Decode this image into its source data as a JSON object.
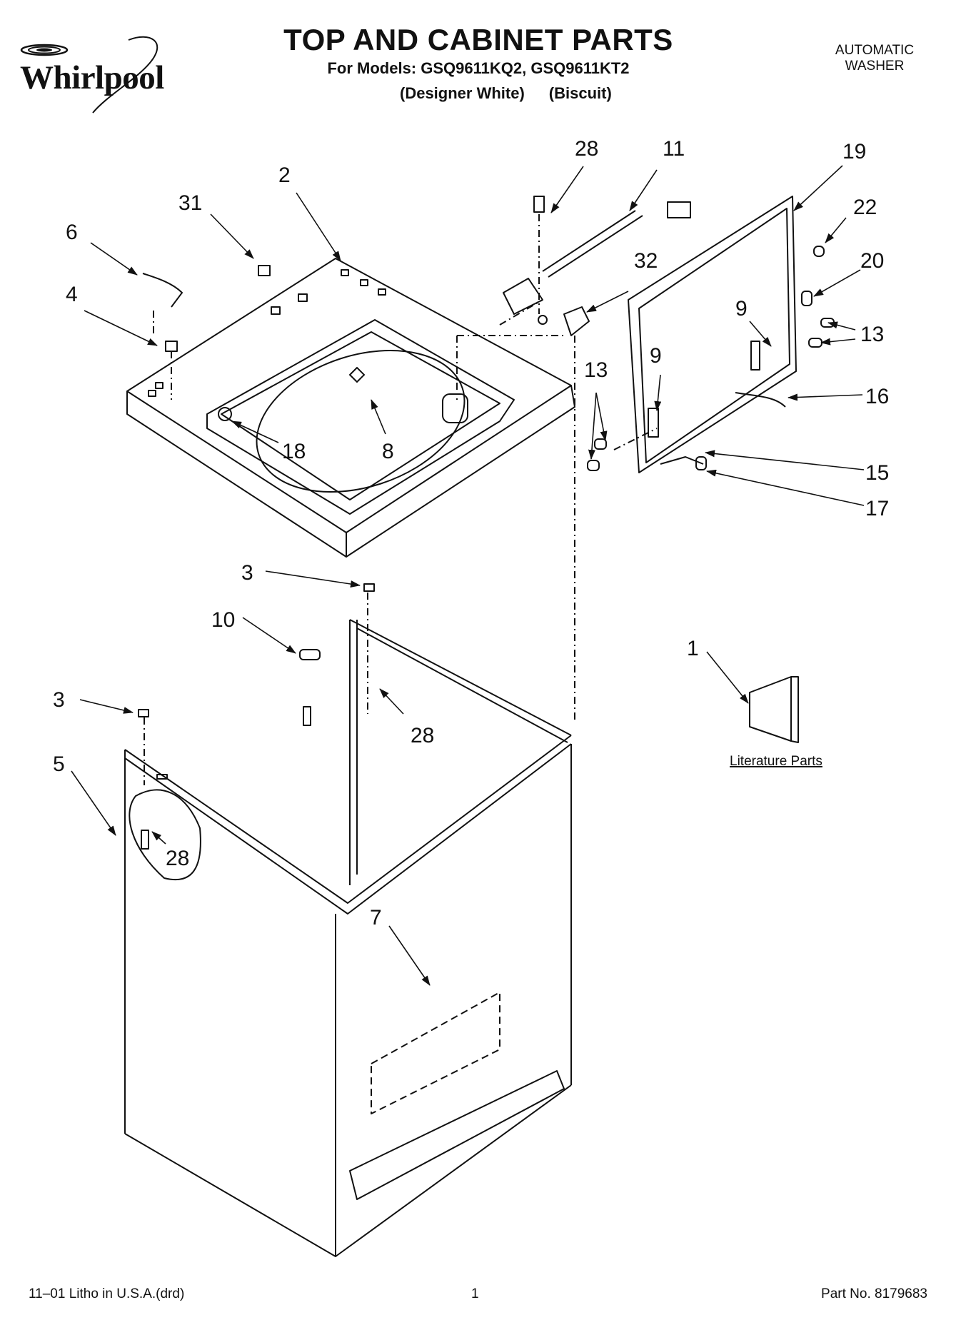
{
  "brand": "Whirlpool",
  "header": {
    "title": "TOP AND CABINET PARTS",
    "models_line": "For Models: GSQ9611KQ2, GSQ9611KT2",
    "variants": [
      "(Designer White)",
      "(Biscuit)"
    ],
    "product_type_line1": "AUTOMATIC",
    "product_type_line2": "WASHER"
  },
  "callouts": {
    "c28a": "28",
    "c11": "11",
    "c19": "19",
    "c2": "2",
    "c31": "31",
    "c22": "22",
    "c6": "6",
    "c32": "32",
    "c20": "20",
    "c4": "4",
    "c9a": "9",
    "c13a": "13",
    "c9b": "9",
    "c13b": "13",
    "c16": "16",
    "c18": "18",
    "c8": "8",
    "c15": "15",
    "c17": "17",
    "c3a": "3",
    "c10": "10",
    "c1": "1",
    "c3b": "3",
    "c28b": "28",
    "c5": "5",
    "c28c": "28",
    "c7": "7"
  },
  "literature_label": "Literature Parts",
  "footer": {
    "left": "11–01 Litho in U.S.A.(drd)",
    "center": "1",
    "right": "Part No. 8179683"
  }
}
